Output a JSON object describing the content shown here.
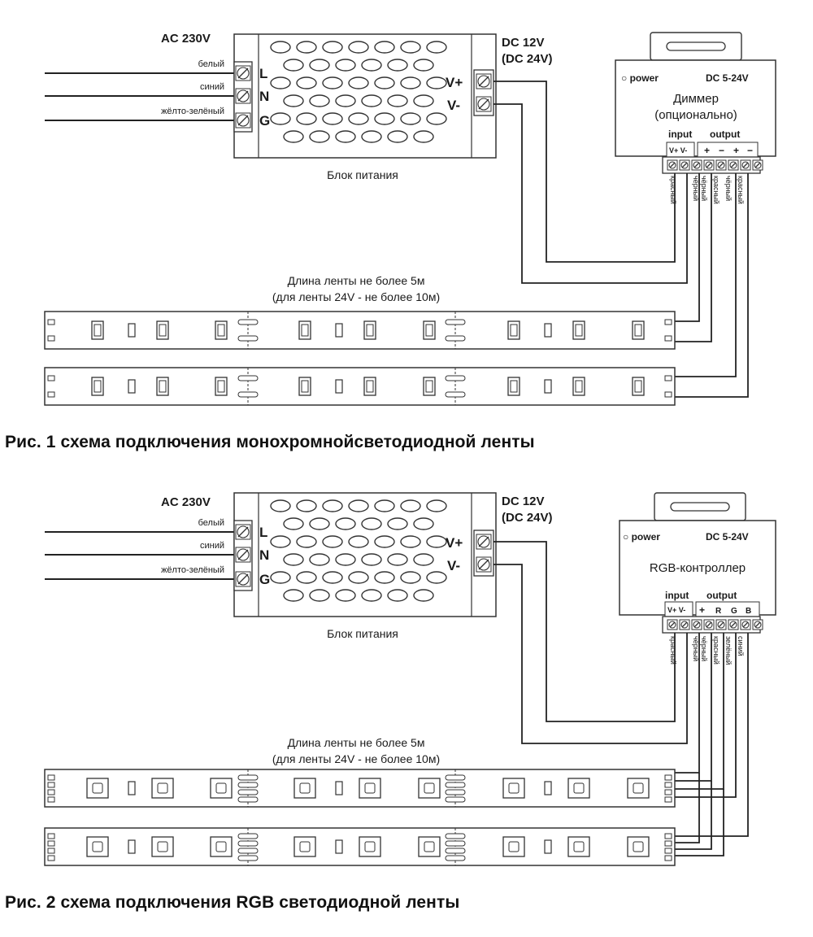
{
  "fig1": {
    "ac_label": "AC 230V",
    "wire_labels": [
      "белый",
      "синий",
      "жёлто-зелёный"
    ],
    "terminal_letters": [
      "L",
      "N",
      "G"
    ],
    "dc_label_1": "DC 12V",
    "dc_label_2": "(DC 24V)",
    "out_plus": "V+",
    "out_minus": "V-",
    "psu_label": "Блок питания",
    "device_power": "○ power",
    "device_spec": "DC 5-24V",
    "device_name_1": "Диммер",
    "device_name_2": "(опционально)",
    "input_label": "input",
    "output_label": "output",
    "input_pins": "V+ V-",
    "output_pins": [
      "+",
      "−",
      "+",
      "−"
    ],
    "pin_wire_labels": [
      "красный",
      "чёрный",
      "чёрный",
      "красный",
      "чёрный",
      "красный"
    ],
    "length_note_1": "Длина ленты не более 5м",
    "length_note_2": "(для ленты 24V - не более 10м)",
    "caption": "Рис. 1 схема подключения монохромнойсветодиодной ленты"
  },
  "fig2": {
    "ac_label": "AC 230V",
    "wire_labels": [
      "белый",
      "синий",
      "жёлто-зелёный"
    ],
    "terminal_letters": [
      "L",
      "N",
      "G"
    ],
    "dc_label_1": "DC 12V",
    "dc_label_2": "(DC 24V)",
    "out_plus": "V+",
    "out_minus": "V-",
    "psu_label": "Блок питания",
    "device_power": "○ power",
    "device_spec": "DC 5-24V",
    "device_name_1": "RGB-контроллер",
    "input_label": "input",
    "output_label": "output",
    "input_pins": "V+ V-",
    "output_pins": [
      "+",
      "R",
      "G",
      "B"
    ],
    "pin_wire_labels": [
      "красный",
      "чёрный",
      "чёрный",
      "красный",
      "зелёный",
      "синий"
    ],
    "length_note_1": "Длина ленты не более 5м",
    "length_note_2": "(для ленты 24V - не более 10м)",
    "caption": "Рис. 2 схема подключения RGB светодиодной ленты"
  }
}
